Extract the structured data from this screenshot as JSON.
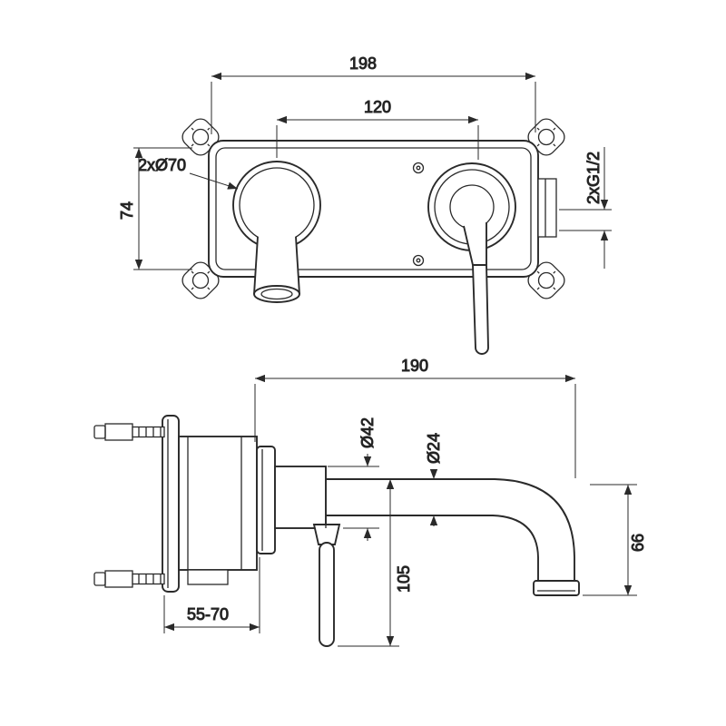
{
  "page": {
    "background": "#ffffff",
    "line_color": "#2a2a2a",
    "description": "Technical dimension drawing of a wall-mounted concealed basin mixer tap, two views"
  },
  "top_view": {
    "name": "front view of concealed mounting box",
    "dims": {
      "overall_width": "198",
      "port_spacing": "120",
      "hole_diameters": "2xØ70",
      "mounting_height": "74",
      "thread_size": "2xG1/2"
    }
  },
  "side_view": {
    "name": "side view of installed mixer",
    "dims": {
      "spout_reach": "190",
      "body_diameter": "Ø42",
      "spout_diameter": "Ø24",
      "handle_length": "105",
      "spout_drop": "66",
      "wall_depth_range": "55-70"
    }
  }
}
